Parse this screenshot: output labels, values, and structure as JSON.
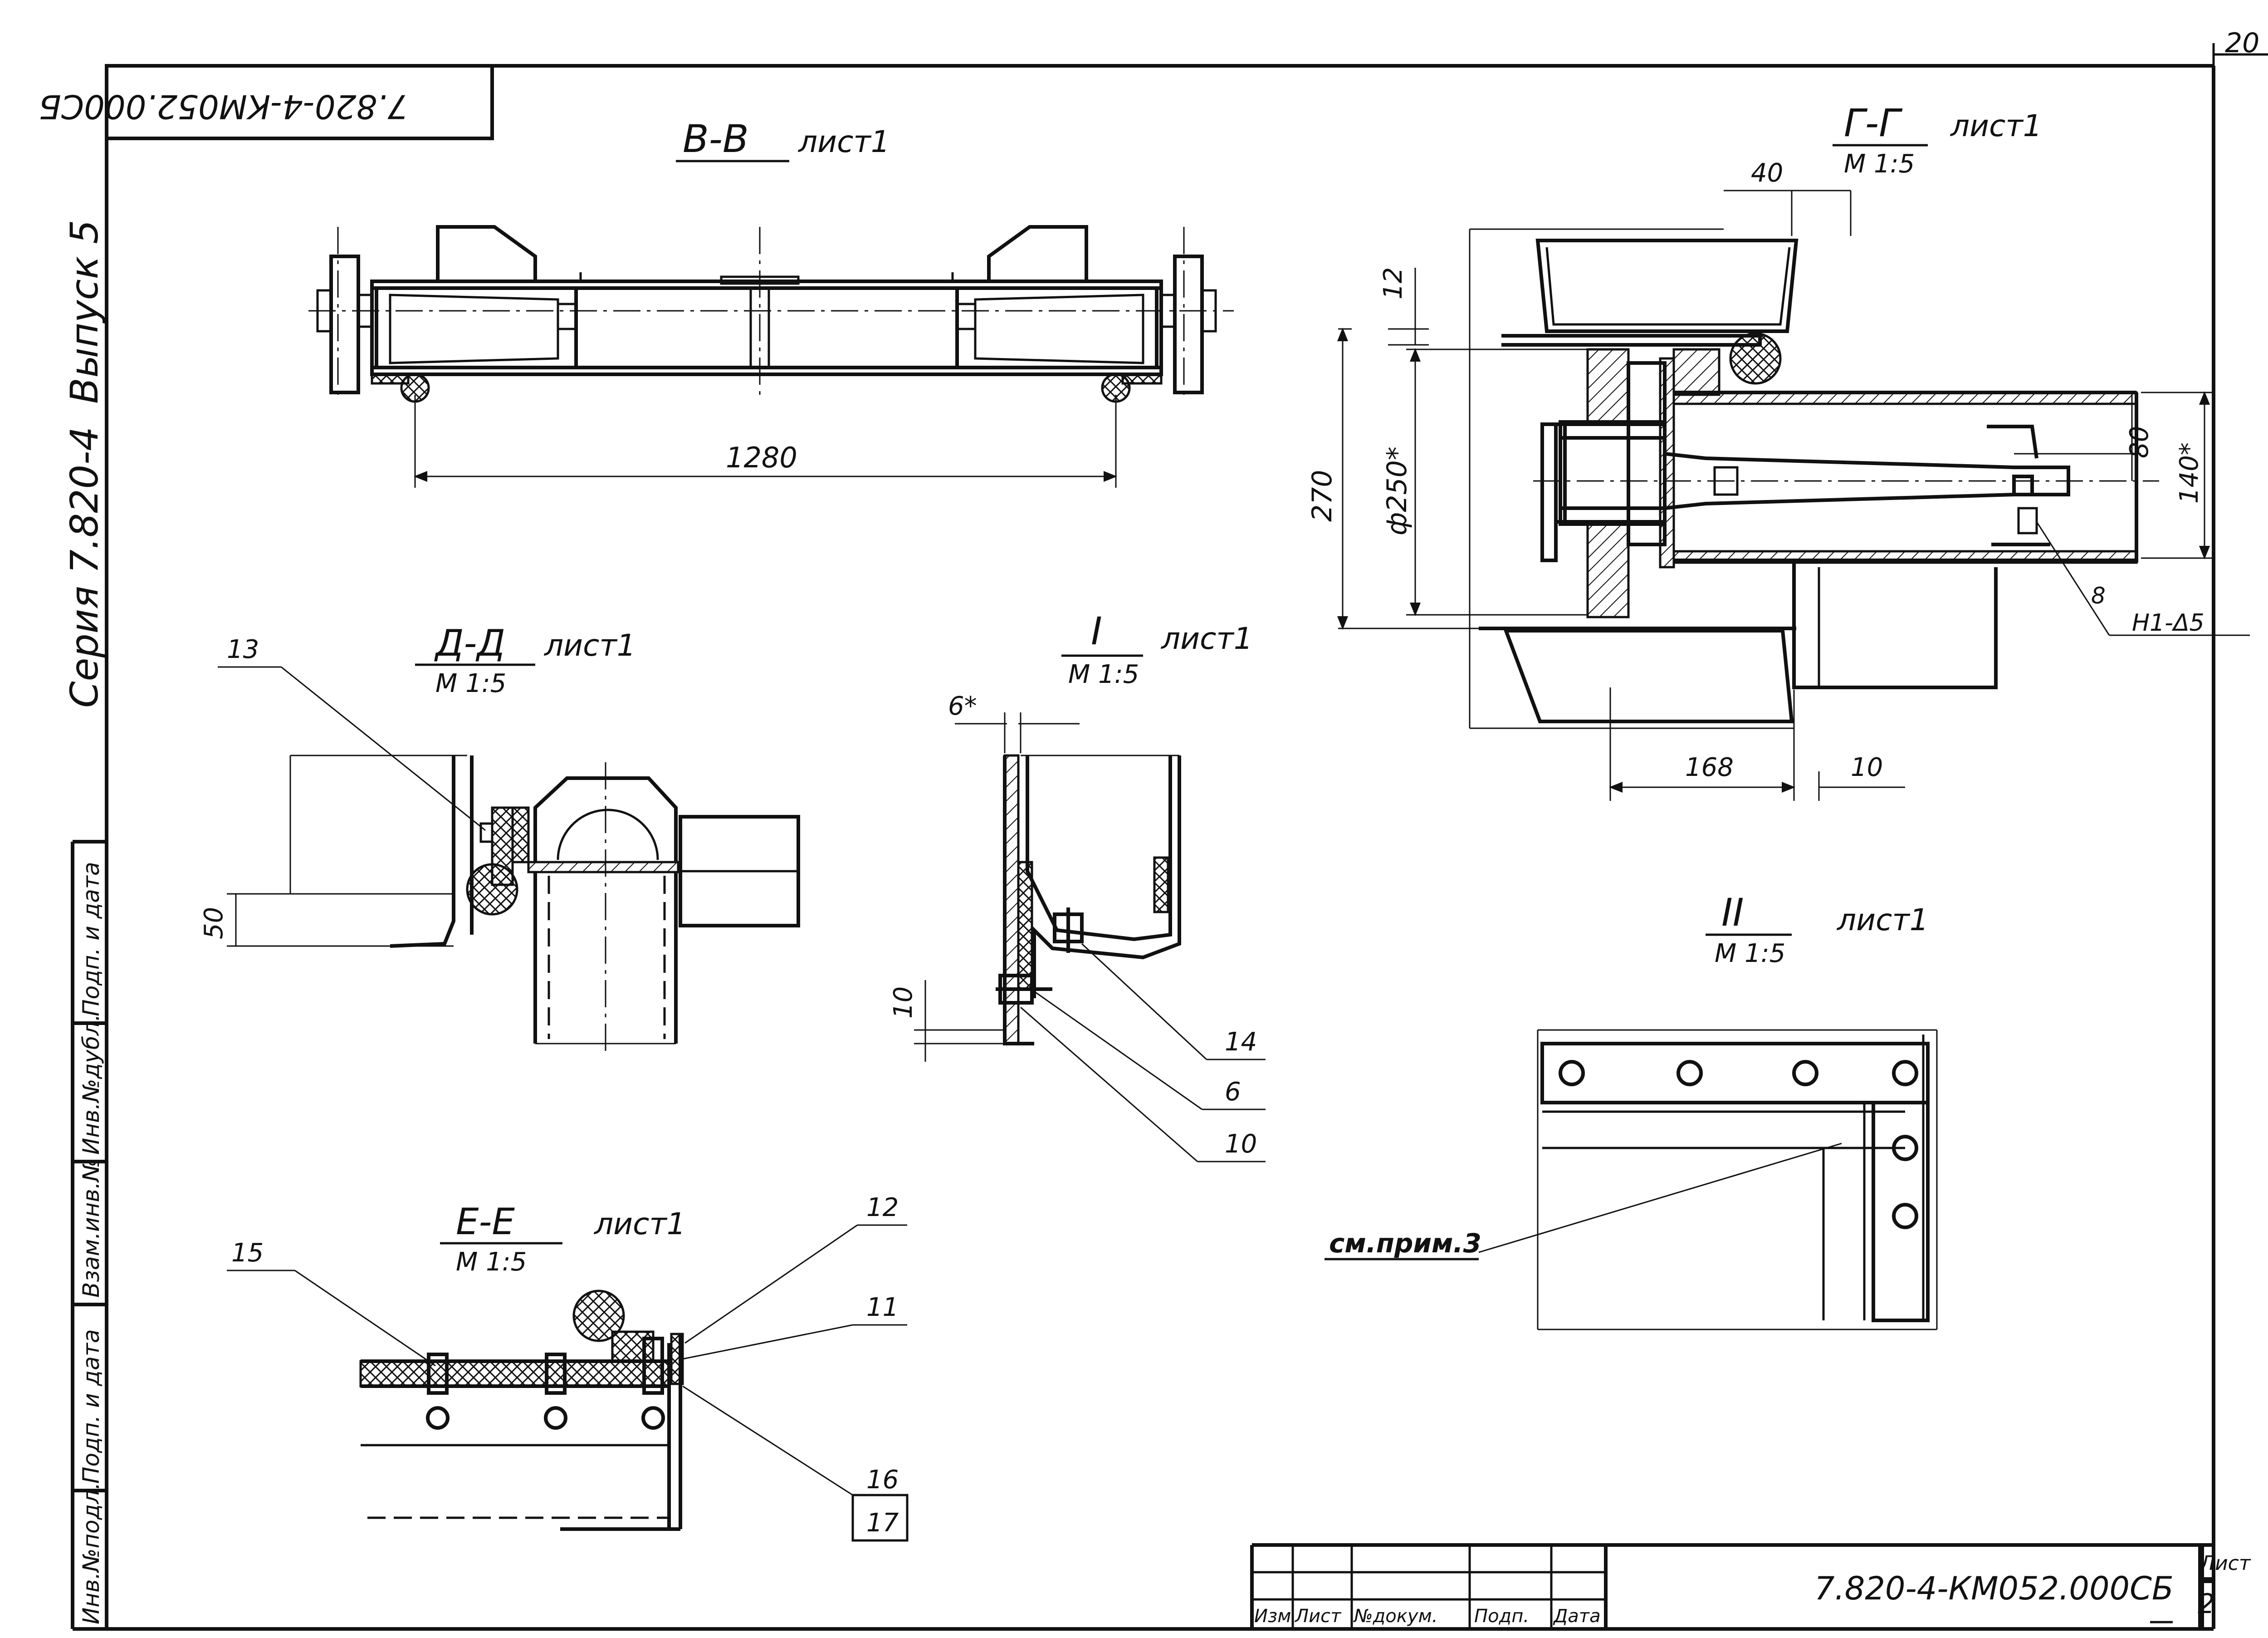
{
  "sheet": {
    "top_stamp": "7.820-4-КМ052.000СБ",
    "corner_number": "20",
    "side_series": "Серия 7.820-4",
    "side_issue": "Выпуск 5",
    "side_stamp_labels": [
      "Инв.№подл.",
      "Подп. и дата",
      "Взам.инв.№",
      "Инв.№дубл.",
      "Подп. и дата"
    ]
  },
  "views": {
    "vv": {
      "title": "В-В",
      "ref": "лист1",
      "dims": [
        "1280"
      ]
    },
    "gg": {
      "title": "Г-Г",
      "ref": "лист1",
      "scale": "М 1:5",
      "dims": [
        "40",
        "12",
        "270",
        "ф250*",
        "80",
        "140*",
        "168",
        "10"
      ],
      "callouts": [
        "8",
        "Н1-Δ5"
      ]
    },
    "dd": {
      "title": "Д-Д",
      "ref": "лист1",
      "scale": "М 1:5",
      "dims": [
        "50"
      ],
      "callouts": [
        "13"
      ]
    },
    "i": {
      "title": "I",
      "ref": "лист1",
      "scale": "М 1:5",
      "dims": [
        "6*",
        "10"
      ],
      "callouts": [
        "14",
        "6",
        "10"
      ]
    },
    "ii": {
      "title": "II",
      "ref": "лист1",
      "scale": "М 1:5",
      "note": "см.прим.3"
    },
    "ee": {
      "title": "Е-Е",
      "ref": "лист1",
      "scale": "М 1:5",
      "callouts": [
        "15",
        "12",
        "11",
        "16",
        "17"
      ]
    }
  },
  "title_block": {
    "headers": [
      "Изм",
      "Лист",
      "№докум.",
      "Подп.",
      "Дата"
    ],
    "designation": "7.820-4-КМ052.000СБ",
    "sheet_label": "Лист",
    "sheet_no": "2"
  }
}
